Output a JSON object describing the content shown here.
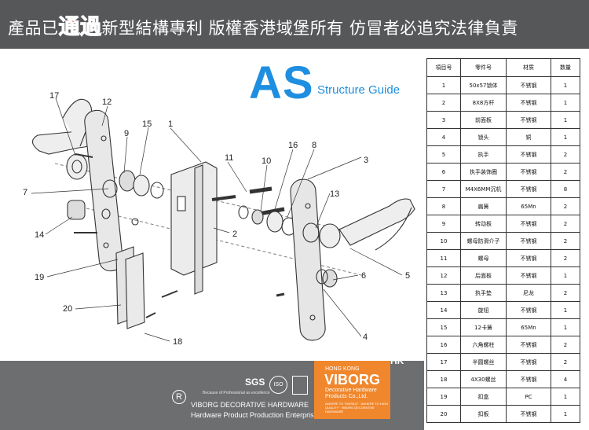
{
  "banner": {
    "before": "產品已",
    "highlight": "通過",
    "after": "新型結構專利  版權香港域堡所有  仿冒者必追究法律負責"
  },
  "title": {
    "main": "AS",
    "sub": "Structure Guide"
  },
  "callouts": [
    "17",
    "12",
    "15",
    "1",
    "9",
    "7",
    "14",
    "19",
    "20",
    "18",
    "11",
    "10",
    "16",
    "8",
    "3",
    "2",
    "13",
    "6",
    "5",
    "4"
  ],
  "table": {
    "headers": [
      "項目号",
      "零件号",
      "材质",
      "数量"
    ],
    "rows": [
      [
        "1",
        "50x57锁体",
        "不锈钢",
        "1"
      ],
      [
        "2",
        "8X8方杆",
        "不锈钢",
        "1"
      ],
      [
        "3",
        "前面板",
        "不锈钢",
        "1"
      ],
      [
        "4",
        "锁头",
        "铜",
        "1"
      ],
      [
        "5",
        "执手",
        "不锈钢",
        "2"
      ],
      [
        "6",
        "执手装饰圈",
        "不锈钢",
        "2"
      ],
      [
        "7",
        "M4X6MM沉机",
        "不锈钢",
        "8"
      ],
      [
        "8",
        "扁簧",
        "65Mn",
        "2"
      ],
      [
        "9",
        "转动板",
        "不锈钢",
        "2"
      ],
      [
        "10",
        "螺母防滑介子",
        "不锈钢",
        "2"
      ],
      [
        "11",
        "螺母",
        "不锈钢",
        "2"
      ],
      [
        "12",
        "后面板",
        "不锈钢",
        "1"
      ],
      [
        "13",
        "执手垫",
        "尼龙",
        "2"
      ],
      [
        "14",
        "旋钮",
        "不锈钢",
        "1"
      ],
      [
        "15",
        "12卡簧",
        "65Mn",
        "1"
      ],
      [
        "16",
        "六角螺柱",
        "不锈钢",
        "2"
      ],
      [
        "17",
        "半圆螺丝",
        "不锈钢",
        "2"
      ],
      [
        "18",
        "4X30螺丝",
        "不锈钢",
        "4"
      ],
      [
        "19",
        "扣盒",
        "PC",
        "1"
      ],
      [
        "20",
        "扣板",
        "不锈钢",
        "1"
      ]
    ]
  },
  "footer": {
    "reg_mark": "R",
    "sgs": "SGS",
    "sgs_sub": "Because of Professional as excellence",
    "iso": "ISO",
    "company_en": "VIBORG DECORATIVE HARDWARE",
    "company_sub": "Hardware Product Production Enterprise"
  },
  "logo": {
    "hk": "HK",
    "line1": "HONG KONG",
    "brand": "VIBORG",
    "line3": "Decorative Hardware Products Co.,Ltd.",
    "line4": "ADHERE TO THESELF · ADHERE TO HIGH QUALITY · VIBORG DECORATIVE HARDWARE"
  }
}
